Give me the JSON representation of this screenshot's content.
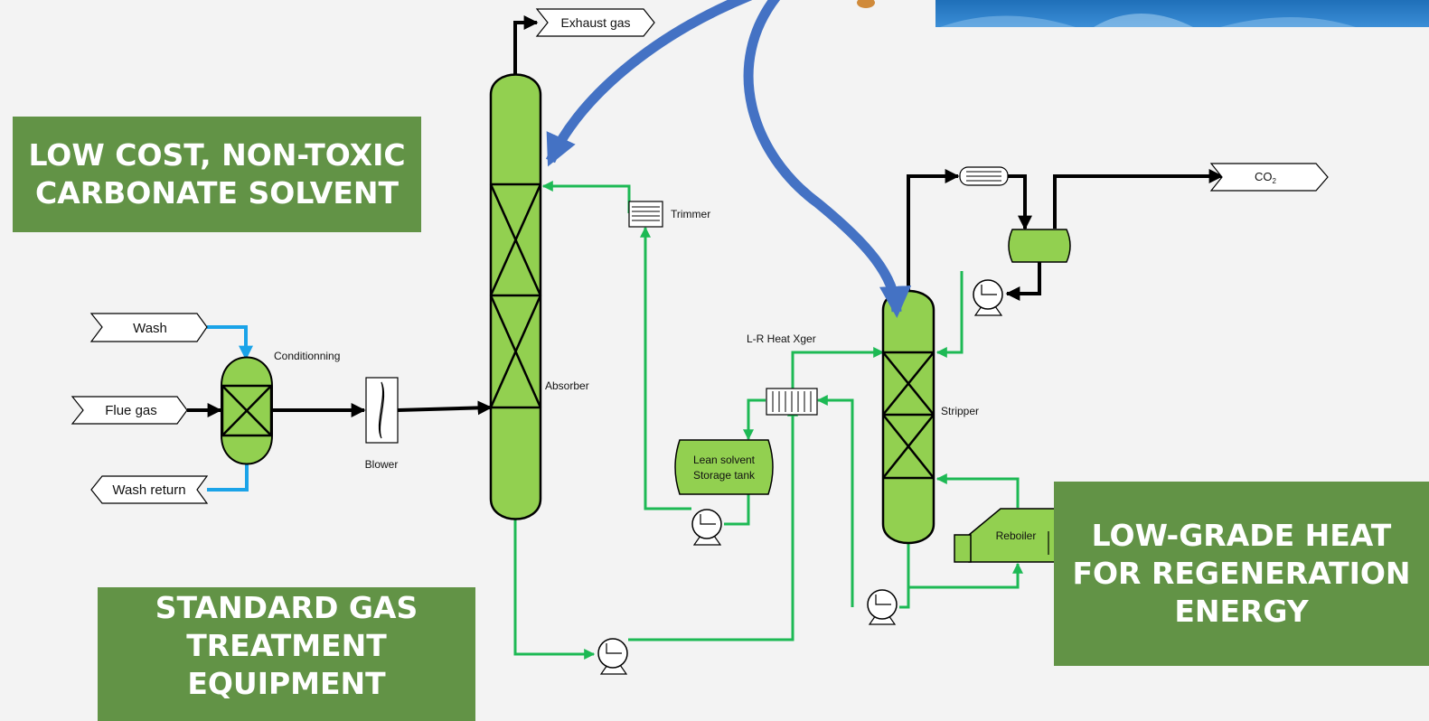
{
  "streams": {
    "exhaust_gas": "Exhaust gas",
    "wash": "Wash",
    "flue_gas": "Flue gas",
    "wash_return": "Wash return",
    "co2": "CO",
    "co2_sub": "2"
  },
  "equipment": {
    "conditioning": "Conditionning",
    "blower": "Blower",
    "absorber": "Absorber",
    "trimmer": "Trimmer",
    "heat_exchanger": "L-R Heat Xger",
    "storage_line1": "Lean solvent",
    "storage_line2": "Storage tank",
    "stripper": "Stripper",
    "reboiler": "Reboiler"
  },
  "callouts": {
    "solvent": [
      "LOW COST, NON-TOXIC",
      "CARBONATE SOLVENT"
    ],
    "equipment": [
      "STANDARD GAS",
      "TREATMENT",
      "EQUIPMENT"
    ],
    "heat": [
      "LOW-GRADE HEAT",
      "FOR REGENERATION",
      "ENERGY"
    ]
  },
  "colors": {
    "background": "#f3f3f3",
    "callout": "#629346",
    "vessel": "#92d050",
    "solvent_line": "#1db954",
    "water_line": "#1aa3e8",
    "gas_line": "#000000",
    "highlight_arrow": "#4472c4"
  }
}
